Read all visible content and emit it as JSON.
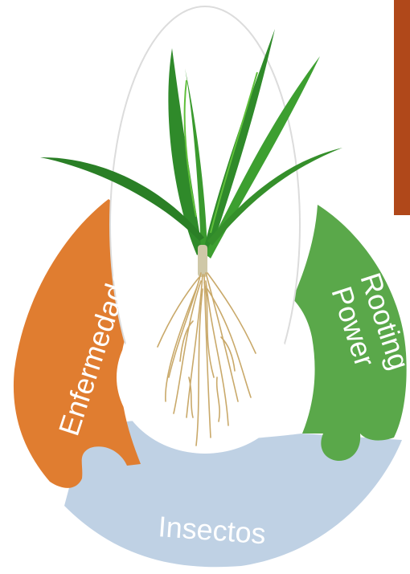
{
  "segments": {
    "left": {
      "label": "Enfermedades",
      "color": "#e07d30"
    },
    "right": {
      "label_line1": "Rooting",
      "label_line2": "Power",
      "color": "#5aa84a"
    },
    "bottom": {
      "label": "Insectos",
      "color": "#bfd1e4"
    }
  },
  "accent_bar_color": "#b0481a",
  "plant": {
    "leaf_color": "#2f8a2a",
    "leaf_highlight": "#5fbf3a",
    "root_color": "#c9a96a",
    "oval_outline": "#dcdcdc"
  }
}
